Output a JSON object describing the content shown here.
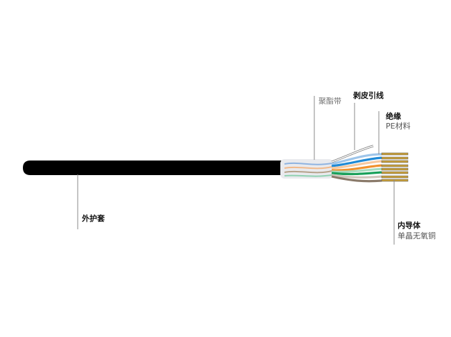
{
  "diagram": {
    "type": "cable-cross-section",
    "components": [
      {
        "id": "jacket",
        "label": "外护套",
        "sublabel": ""
      },
      {
        "id": "polyester-tape",
        "label": "聚酯带",
        "sublabel": ""
      },
      {
        "id": "ripcord",
        "label": "剥皮引线",
        "sublabel": ""
      },
      {
        "id": "insulation",
        "label": "绝缘",
        "sublabel": "PE材料"
      },
      {
        "id": "conductor",
        "label": "内导体",
        "sublabel": "单晶无氧铜"
      }
    ],
    "colors": {
      "jacket": "#000000",
      "conductor": "#c9a03a",
      "pair_blue": "#1f8ad6",
      "pair_orange": "#f0922e",
      "pair_green": "#1aa05a",
      "pair_brown": "#8a7a6a",
      "leader_line": "#888888"
    }
  }
}
